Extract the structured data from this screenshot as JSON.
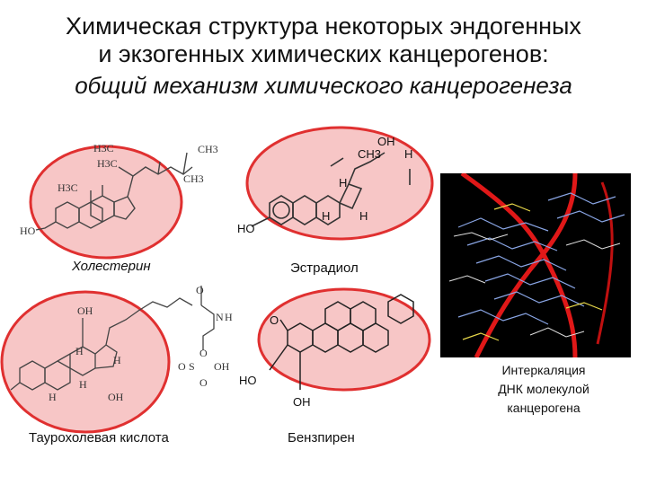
{
  "title": {
    "line1": "Химическая структура некоторых эндогенных",
    "line2": "и экзогенных химических канцерогенов:",
    "line3": "общий механизм химического канцерогенеза"
  },
  "captions": {
    "cholesterol": "Холестерин",
    "estradiol": "Эстрадиол",
    "taurocholic": "Таурохолевая кислота",
    "benzpyrene": "Бензпирен",
    "dna": [
      "Интеркаляция",
      "ДНК молекулой",
      "канцерогена"
    ]
  },
  "atom_labels": {
    "cholesterol": [
      "H3C",
      "CH3",
      "H3C",
      "CH3",
      "H3C",
      "HO"
    ],
    "estradiol": [
      "OH",
      "CH3",
      "H",
      "H",
      "H",
      "H",
      "HO"
    ],
    "taurocholic": [
      "O",
      "N",
      "H",
      "OH",
      "H",
      "H",
      "H",
      "H",
      "OH",
      "O",
      "S",
      "O",
      "OH",
      "O"
    ],
    "benzpyrene": [
      "O",
      "HO",
      "OH"
    ]
  },
  "colors": {
    "ellipse_fill": "#f7c6c6",
    "ellipse_stroke": "#e03030",
    "dna_background": "#000000",
    "dna_helix": "#e01818"
  }
}
